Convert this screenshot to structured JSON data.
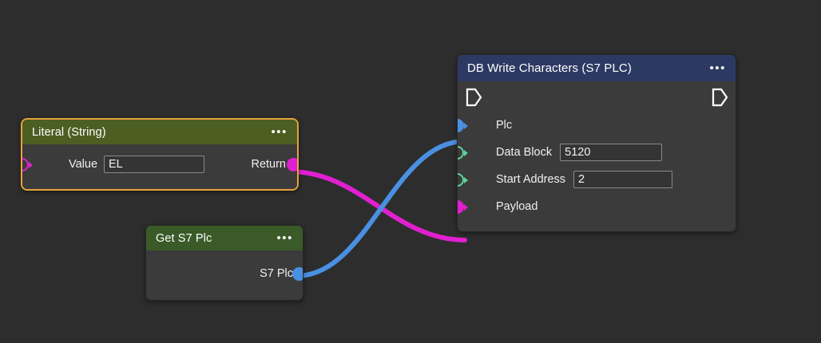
{
  "canvas": {
    "background": "#2d2d2d",
    "name": "node-graph-canvas"
  },
  "colors": {
    "wire_magenta": "#e020d0",
    "wire_blue": "#4a90e2",
    "port_green": "#5fd39a",
    "selection_border": "#e6a23c",
    "header_olive": "#4d5e22",
    "header_green": "#3a5a28",
    "header_navy": "#2c3a63",
    "node_body": "#3b3b3b"
  },
  "menu_glyph": "•••",
  "nodes": {
    "literal": {
      "title": "Literal (String)",
      "selected": true,
      "input_label": "Value",
      "input_value": "EL",
      "input_placeholder": "",
      "output_label": "Return"
    },
    "get_s7_plc": {
      "title": "Get S7 Plc",
      "selected": false,
      "output_label": "S7 Plc"
    },
    "db_write": {
      "title": "DB Write Characters (S7 PLC)",
      "selected": false,
      "exec_in": "exec-in",
      "exec_out": "exec-out",
      "ports": [
        {
          "label": "Plc",
          "style": "filled-blue",
          "tri": "blue",
          "value": null,
          "placeholder": ""
        },
        {
          "label": "Data Block",
          "style": "hollow-green",
          "tri": "green",
          "value": "5120",
          "placeholder": ""
        },
        {
          "label": "Start Address",
          "style": "hollow-green",
          "tri": "green",
          "value": "2",
          "placeholder": ""
        },
        {
          "label": "Payload",
          "style": "filled-magenta",
          "tri": "magenta",
          "value": null,
          "placeholder": ""
        }
      ]
    }
  },
  "connections": [
    {
      "name": "wire-return-to-payload",
      "from": "literal.Return",
      "to": "db_write.Payload",
      "color": "#e020d0"
    },
    {
      "name": "wire-s7plc-to-plc",
      "from": "get_s7_plc.S7 Plc",
      "to": "db_write.Plc",
      "color": "#4a90e2"
    }
  ]
}
